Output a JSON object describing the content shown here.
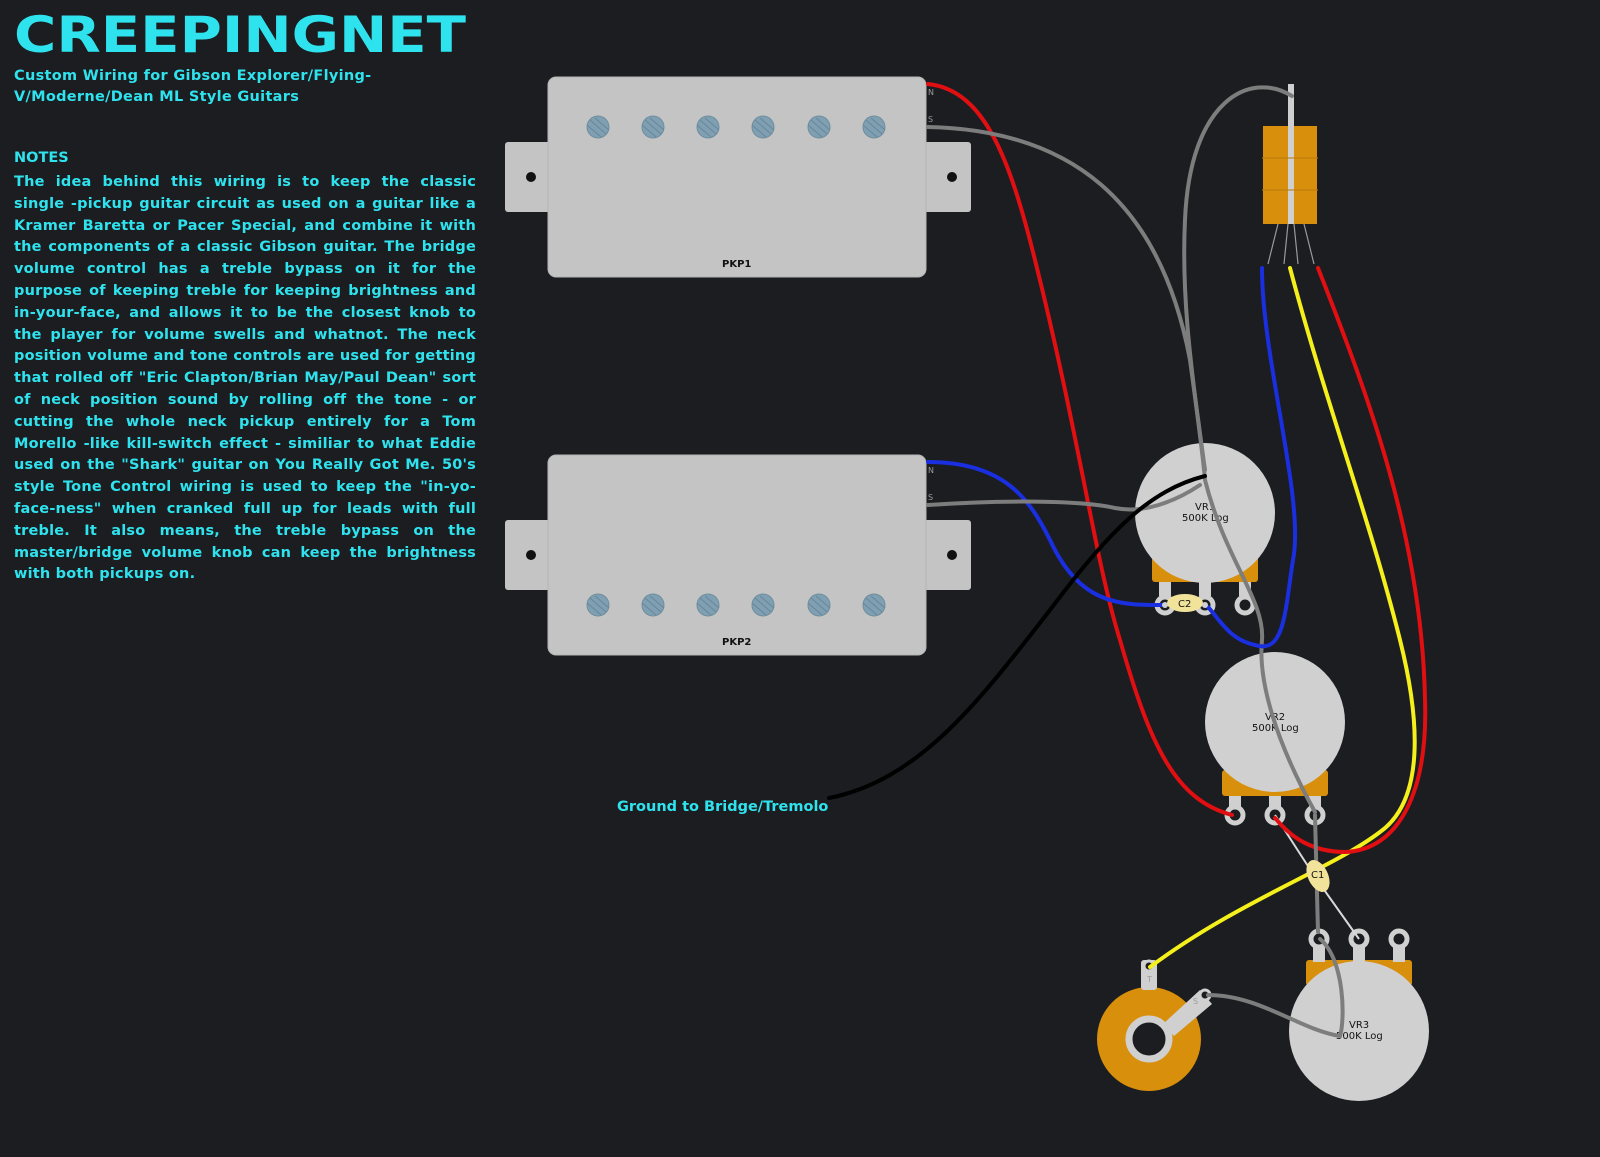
{
  "header": {
    "brand": "CREEPINGNET",
    "subtitle": "Custom Wiring for Gibson Explorer/Flying-V/Moderne/Dean ML Style Guitars"
  },
  "notes": {
    "heading": "NOTES",
    "body": "The idea behind this wiring is to keep the classic single -pickup guitar circuit as used on a guitar like a Kramer Baretta or Pacer Special, and combine it with the components of a classic Gibson guitar.  The bridge volume control has a treble bypass on it for the purpose of keeping treble for keeping brightness and in-your-face, and allows it to be the closest knob to the player for volume swells and whatnot.  The neck position volume and tone controls are used for getting that rolled off \"Eric Clapton/Brian May/Paul Dean\" sort of neck position sound by rolling off the tone - or cutting the whole neck pickup entirely for a Tom Morello -like kill-switch effect - similiar to what Eddie used on the \"Shark\" guitar on You Really Got Me.  50's style Tone Control wiring is used to keep the \"in-yo-face-ness\" when cranked full up for leads with full treble.  It also means, the treble bypass on the master/bridge volume knob can keep the brightness with both pickups on."
  },
  "pickups": [
    {
      "label": "PKP1",
      "lead_n": "N",
      "lead_s": "S"
    },
    {
      "label": "PKP2",
      "lead_n": "N",
      "lead_s": "S"
    }
  ],
  "pots": [
    {
      "name": "VR1",
      "value": "500K Log"
    },
    {
      "name": "VR2",
      "value": "500K Log"
    },
    {
      "name": "VR3",
      "value": "500K Log"
    }
  ],
  "capacitors": [
    {
      "label": "C2"
    },
    {
      "label": "C1"
    }
  ],
  "jack": {
    "tip": "T",
    "sleeve": "S"
  },
  "ground_label": "Ground to Bridge/Tremolo",
  "colors": {
    "background": "#1b1d21",
    "text_accent": "#2fe3ee",
    "pickup_body": "#c4c4c4",
    "pole_piece": "#7f9fb2",
    "pot_body": "#d0d0d0",
    "pot_base": "#d88f0c",
    "switch_body": "#d88f0c",
    "jack": "#d88f0c",
    "cap_ceramic": "#f2e39b",
    "wire_red": "#e10f12",
    "wire_grey": "#7d7d7d",
    "wire_blue": "#1a2fe0",
    "wire_yellow": "#f5f01c",
    "wire_black": "#000000",
    "wire_white": "#d9d9d9"
  }
}
